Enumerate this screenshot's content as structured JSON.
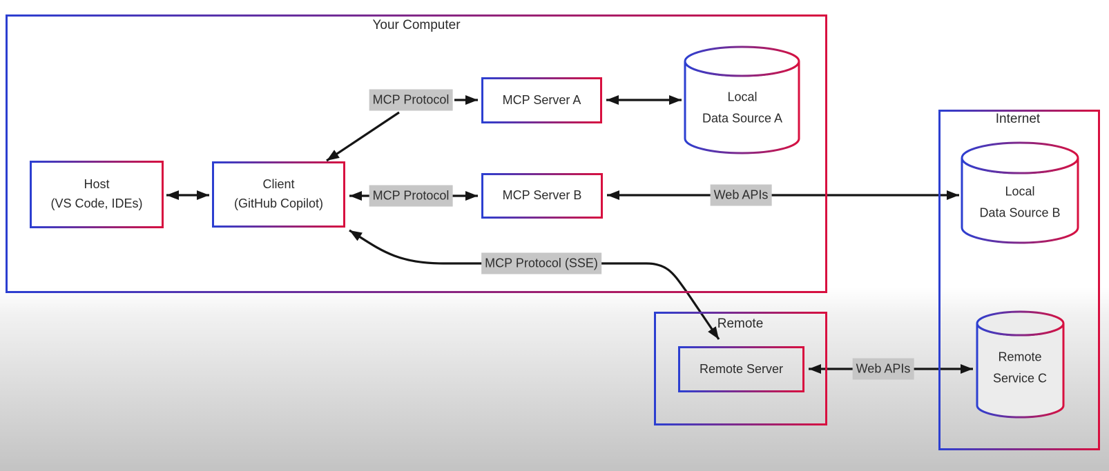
{
  "diagram": {
    "groups": {
      "your_computer": "Your Computer",
      "internet": "Internet",
      "remote": "Remote"
    },
    "nodes": {
      "host": {
        "title": "Host",
        "subtitle": "(VS Code, IDEs)"
      },
      "client": {
        "title": "Client",
        "subtitle": "(GitHub Copilot)"
      },
      "mcp_server_a": {
        "title": "MCP Server A"
      },
      "mcp_server_b": {
        "title": "MCP Server B"
      },
      "remote_server": {
        "title": "Remote Server"
      },
      "local_data_source_a": {
        "title": "Local",
        "subtitle": "Data Source A"
      },
      "local_data_source_b": {
        "title": "Local",
        "subtitle": "Data Source B"
      },
      "remote_service_c": {
        "title": "Remote",
        "subtitle": "Service C"
      }
    },
    "edge_labels": {
      "mcp_protocol_a": "MCP Protocol",
      "mcp_protocol_b": "MCP Protocol",
      "web_apis_b": "Web APIs",
      "mcp_protocol_sse": "MCP Protocol (SSE)",
      "web_apis_c": "Web APIs"
    },
    "colors": {
      "gradient_blue": "#2c3fd1",
      "gradient_red": "#d8103f",
      "edge_label_bg": "#c6c6c6",
      "arrow": "#151515",
      "text": "#2b2b2b"
    }
  }
}
